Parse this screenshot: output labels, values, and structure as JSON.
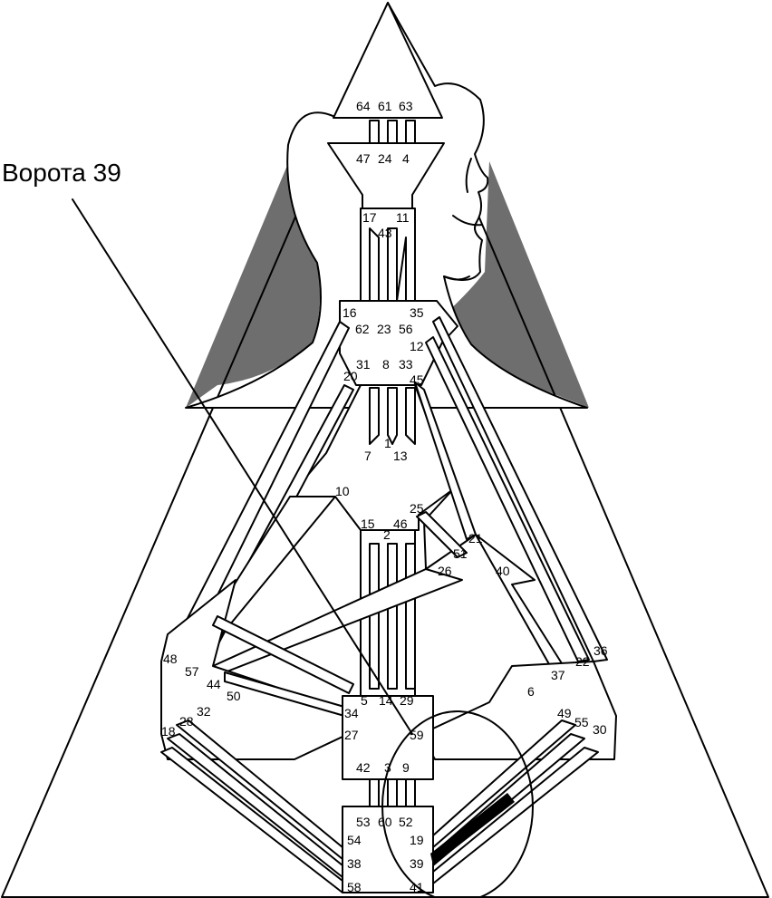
{
  "annotation": {
    "label": "Ворота 39"
  },
  "colors": {
    "line": "#000000",
    "background": "#ffffff",
    "shoulder_shade": "#6e6e6e",
    "highlight_bar": "#000000"
  },
  "gates": {
    "g64": "64",
    "g61": "61",
    "g63": "63",
    "g47": "47",
    "g24": "24",
    "g4": "4",
    "g17": "17",
    "g43": "43",
    "g11": "11",
    "g16": "16",
    "g35": "35",
    "g62": "62",
    "g23": "23",
    "g56": "56",
    "g12": "12",
    "g31": "31",
    "g8": "8",
    "g33": "33",
    "g20": "20",
    "g45": "45",
    "g7": "7",
    "g1": "1",
    "g13": "13",
    "g10": "10",
    "g25": "25",
    "g15": "15",
    "g2": "2",
    "g46": "46",
    "g21": "21",
    "g51": "51",
    "g26": "26",
    "g40": "40",
    "g48": "48",
    "g57": "57",
    "g44": "44",
    "g50": "50",
    "g36": "36",
    "g22": "22",
    "g37": "37",
    "g6": "6",
    "g5": "5",
    "g14": "14",
    "g29": "29",
    "g34": "34",
    "g32": "32",
    "g28": "28",
    "g18": "18",
    "g27": "27",
    "g59": "59",
    "g49": "49",
    "g55": "55",
    "g30": "30",
    "g42": "42",
    "g3": "3",
    "g9": "9",
    "g53": "53",
    "g60": "60",
    "g52": "52",
    "g54": "54",
    "g19": "19",
    "g38": "38",
    "g39": "39",
    "g58": "58",
    "g41": "41"
  }
}
